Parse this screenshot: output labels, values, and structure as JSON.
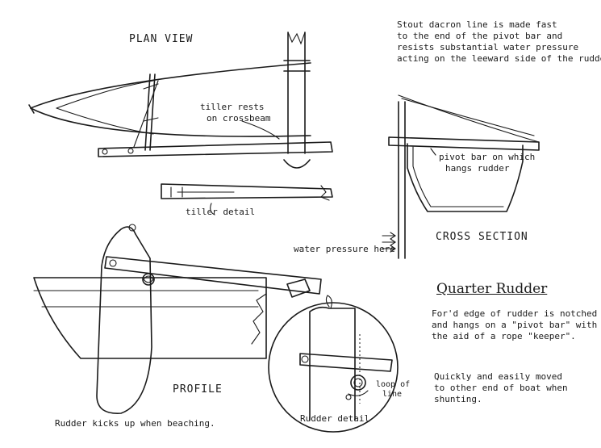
{
  "labels": {
    "plan_view": "PLAN VIEW",
    "tiller_rests": [
      "tiller rests",
      "on crossbeam"
    ],
    "tiller_detail": "tiller detail",
    "pivot_bar": [
      "pivot bar on which",
      "hangs rudder"
    ],
    "cross_section": "CROSS SECTION",
    "water_pressure": "water pressure here",
    "profile": "PROFILE",
    "rudder_kicks": "Rudder kicks up when beaching.",
    "rudder_detail": "Rudder detail",
    "loop_of_line": [
      "loop of",
      "line"
    ]
  },
  "dacron_note": [
    "Stout dacron line is made fast",
    "to the end of the pivot bar and",
    "resists substantial water pressure",
    "acting on the leeward side of the rudder."
  ],
  "quarter_rudder": {
    "title": "Quarter Rudder",
    "notch_note": [
      "For'd edge of rudder is notched",
      "and hangs on a \"pivot bar\" with",
      "the aid of a rope \"keeper\"."
    ],
    "move_note": [
      "Quickly and easily moved",
      "to other end of boat when",
      "shunting."
    ]
  }
}
